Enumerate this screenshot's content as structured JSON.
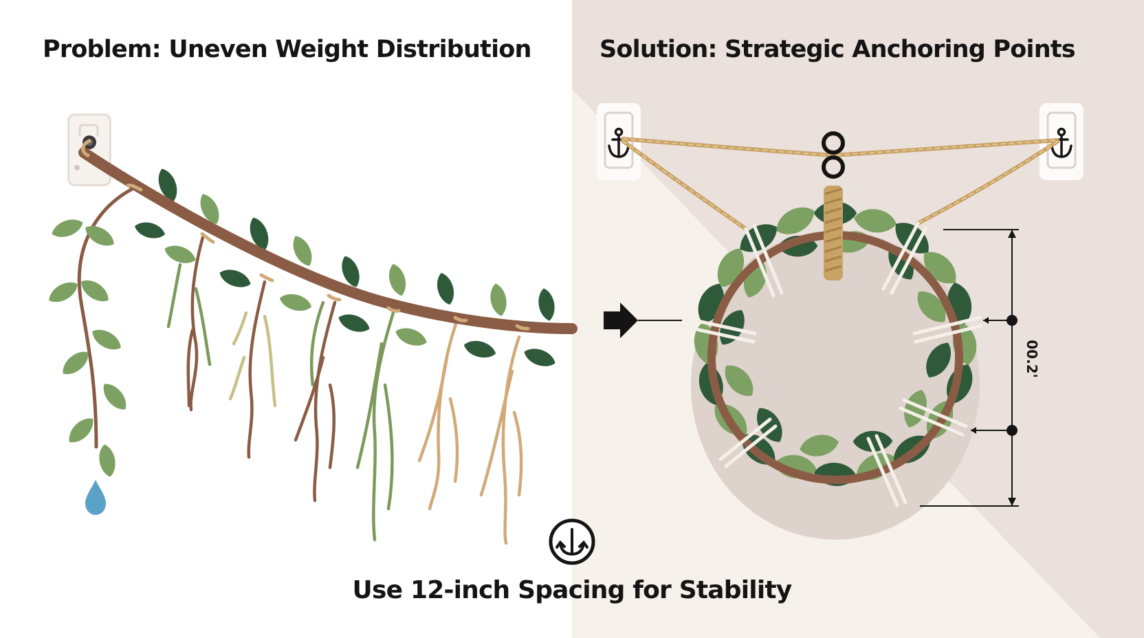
{
  "problem": {
    "heading": "Problem: Uneven Weight Distribution"
  },
  "solution": {
    "heading": "Solution: Strategic Anchoring Points",
    "measurement_label": "00.2'"
  },
  "footer": {
    "caption": "Use 12-inch Spacing for Stability",
    "icon": "anchor-icon"
  },
  "icons": [
    "wall-plug-icon",
    "water-drop-icon",
    "anchor-icon",
    "figure-eight-hook-icon",
    "arrow-right-icon"
  ],
  "colors": {
    "left_background": "#ffffff",
    "right_background": "#ebe1dc",
    "right_background_light": "#f7f1ec",
    "leaf_dark": "#2e5a3a",
    "leaf_light": "#7ca163",
    "branch": "#8a5c45",
    "rope": "#c9a266",
    "water": "#5aa2c8",
    "ink": "#141414"
  }
}
